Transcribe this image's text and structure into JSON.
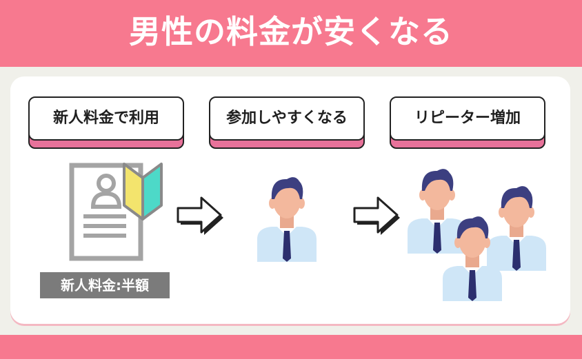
{
  "banner": {
    "title": "男性の料金が安くなる"
  },
  "steps": [
    {
      "label": "新人料金で利用"
    },
    {
      "label": "参加しやすくなる"
    },
    {
      "label": "リピーター増加"
    }
  ],
  "card": {
    "badge": "新人料金:半額"
  },
  "colors": {
    "accent_pink": "#f7798f",
    "card_gray": "#a4a4a4",
    "badge_gray": "#7b7b7b",
    "shirt_blue": "#cfe6f7",
    "tie_navy": "#2c2f6e",
    "hair_navy": "#3c3f80",
    "skin": "#f3b89d",
    "leaf_yellow": "#f3e46d",
    "leaf_teal": "#4dd9c8"
  },
  "icons": [
    "id-card-icon",
    "beginner-mark-icon",
    "arrow-right-icon",
    "businessman-icon"
  ]
}
